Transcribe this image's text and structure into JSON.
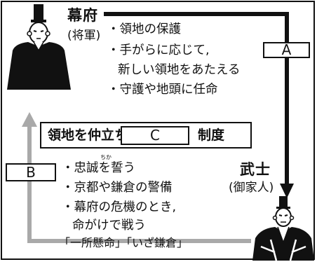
{
  "shogunate": {
    "name": "幕府",
    "sub": "(将軍)"
  },
  "obligations_from_shogunate": [
    "・領地の保護",
    "・手がらに応じて,",
    "新しい領地をあたえる",
    "・守護や地頭に任命"
  ],
  "label_a": "A",
  "label_b": "B",
  "system": {
    "prefix": "領地を仲立ち=",
    "blank": "C",
    "suffix": "制度"
  },
  "duties_from_samurai": [
    "・忠誠を誓う",
    "・京都や鎌倉の警備",
    "・幕府の危機のとき,",
    "命がけで戦う"
  ],
  "ruby_chikau": "ちか",
  "slogan": "「一所懸命」「いざ鎌倉」",
  "samurai": {
    "name": "武士",
    "sub": "(御家人)"
  },
  "colors": {
    "arrow_a": "#111111",
    "arrow_b": "#a9a9a9"
  }
}
